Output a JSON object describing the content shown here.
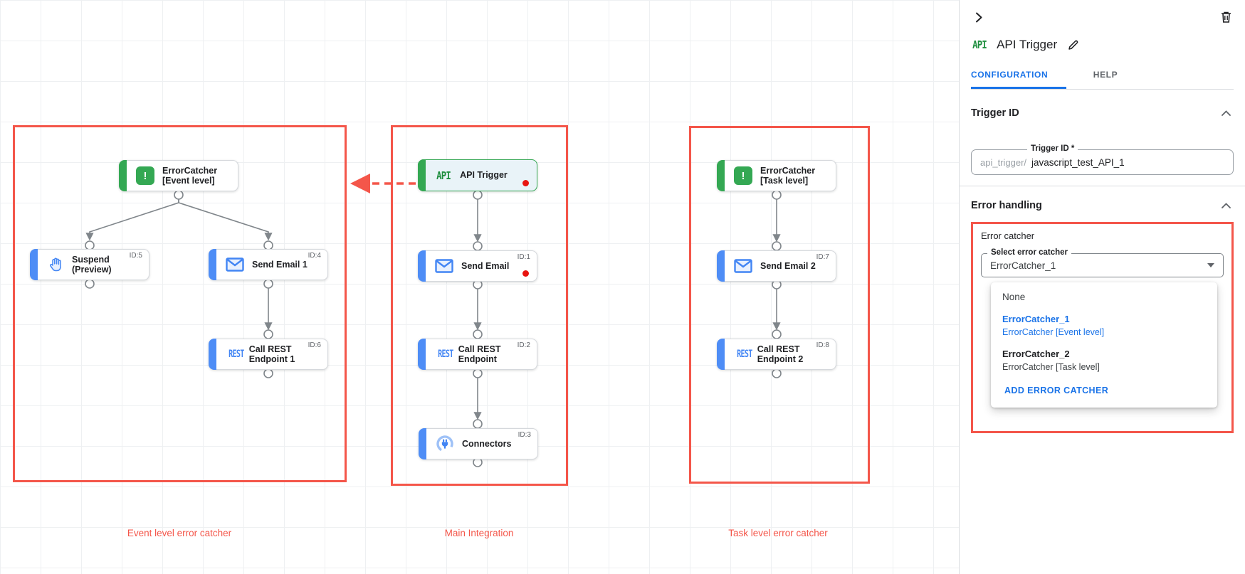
{
  "panel": {
    "type_badge": "API",
    "title": "API Trigger",
    "tabs": {
      "configuration": "CONFIGURATION",
      "help": "HELP"
    },
    "trigger_id": {
      "header": "Trigger ID",
      "field_label": "Trigger ID *",
      "prefix": "api_trigger/",
      "value": "javascript_test_API_1"
    },
    "error_handling": {
      "header": "Error handling",
      "group_label": "Error catcher",
      "select_label": "Select error catcher",
      "select_value": "ErrorCatcher_1",
      "menu": {
        "none_label": "None",
        "options": [
          {
            "name": "ErrorCatcher_1",
            "desc": "ErrorCatcher [Event level]"
          },
          {
            "name": "ErrorCatcher_2",
            "desc": "ErrorCatcher [Task level]"
          }
        ],
        "add_label": "ADD ERROR CATCHER"
      }
    }
  },
  "canvas": {
    "groups": [
      {
        "label": "Event level error catcher"
      },
      {
        "label": "Main Integration"
      },
      {
        "label": "Task level error catcher"
      }
    ],
    "api_logo": "API",
    "rest_logo": "REST",
    "nodes": {
      "ec_event": {
        "title": "ErrorCatcher\n[Event level]"
      },
      "suspend": {
        "title": "Suspend\n(Preview)",
        "id": "ID:5"
      },
      "send_email_1": {
        "title": "Send Email 1",
        "id": "ID:4"
      },
      "call_rest_1": {
        "title": "Call REST\nEndpoint 1",
        "id": "ID:6"
      },
      "api_trigger": {
        "title": "API Trigger"
      },
      "send_email": {
        "title": "Send Email",
        "id": "ID:1"
      },
      "call_rest": {
        "title": "Call REST\nEndpoint",
        "id": "ID:2"
      },
      "connectors": {
        "title": "Connectors",
        "id": "ID:3"
      },
      "ec_task": {
        "title": "ErrorCatcher\n[Task level]"
      },
      "send_email_2": {
        "title": "Send Email 2",
        "id": "ID:7"
      },
      "call_rest_2": {
        "title": "Call REST\nEndpoint 2",
        "id": "ID:8"
      }
    },
    "colors": {
      "accent_red": "#f4564a",
      "dot_red": "#e81410",
      "task_blue": "#4285f4",
      "catcher_green": "#34a853"
    }
  }
}
